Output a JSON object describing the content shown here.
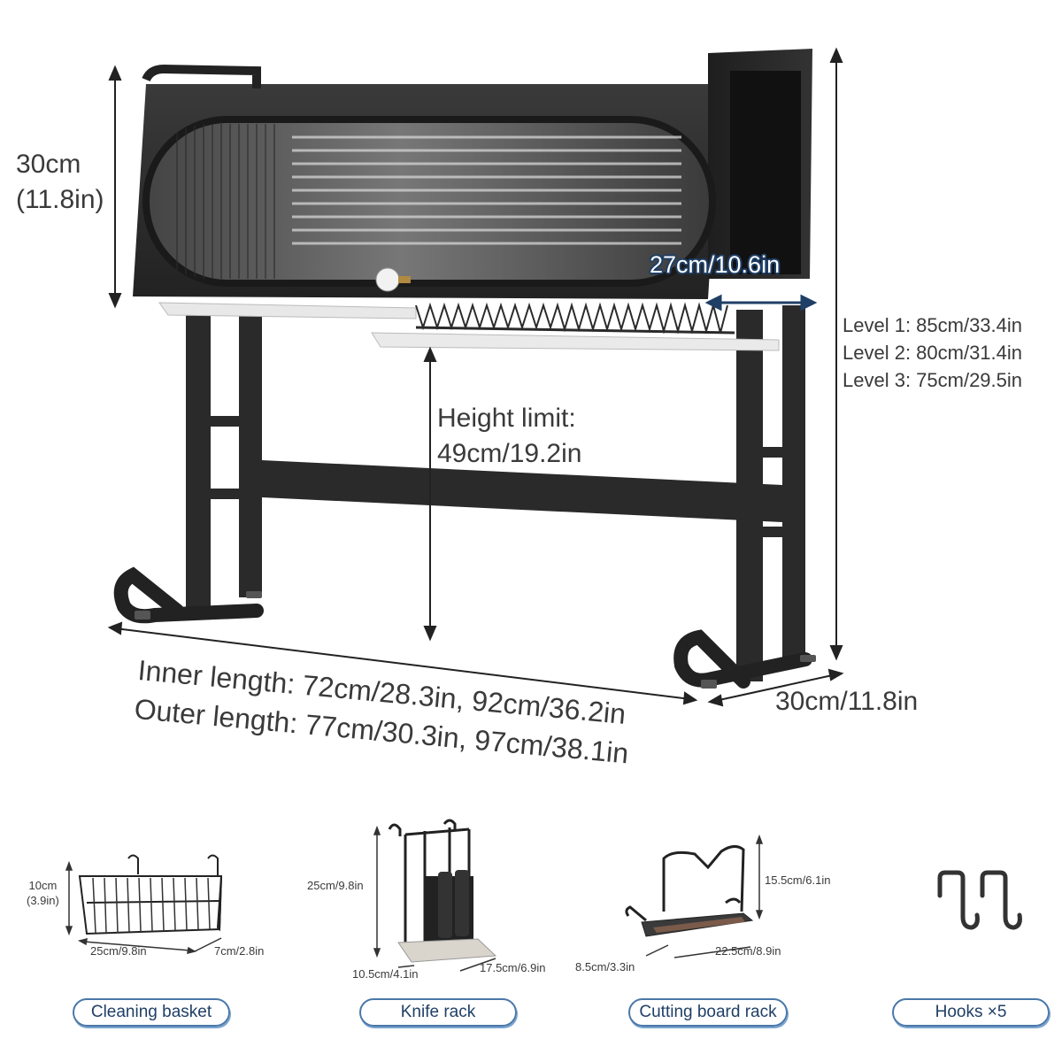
{
  "rack": {
    "height_label_1": "30cm",
    "height_label_2": "(11.8in)",
    "depth_label": "27cm/10.6in",
    "levels": [
      "Level 1: 85cm/33.4in",
      "Level 2: 80cm/31.4in",
      "Level 3: 75cm/29.5in"
    ],
    "height_limit_1": "Height limit:",
    "height_limit_2": "49cm/19.2in",
    "inner_length": "Inner length: 72cm/28.3in, 92cm/36.2in",
    "outer_length": "Outer length: 77cm/30.3in, 97cm/38.1in",
    "width_label": "30cm/11.8in",
    "colors": {
      "frame": "#2b2b2b",
      "accent": "#4a78a8"
    }
  },
  "accessories": {
    "basket": {
      "name": "Cleaning basket",
      "height_1": "10cm",
      "height_2": "(3.9in)",
      "length": "25cm/9.8in",
      "depth": "7cm/2.8in"
    },
    "knife": {
      "name": "Knife rack",
      "height": "25cm/9.8in",
      "width": "10.5cm/4.1in",
      "depth": "17.5cm/6.9in"
    },
    "board": {
      "name": "Cutting board rack",
      "height": "15.5cm/6.1in",
      "depth": "8.5cm/3.3in",
      "length": "22.5cm/8.9in"
    },
    "hooks": {
      "name": "Hooks ×5"
    }
  }
}
